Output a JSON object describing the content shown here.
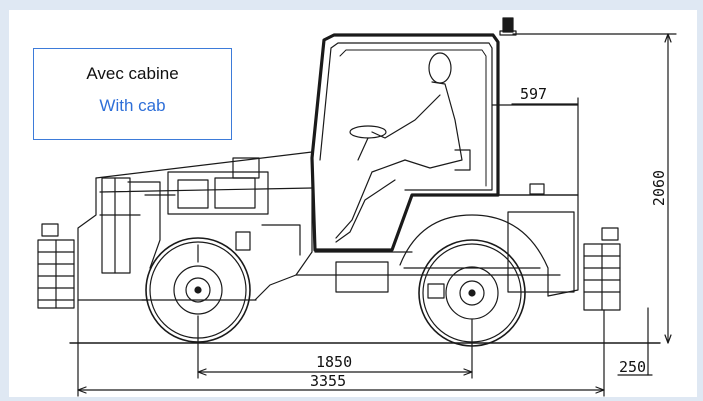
{
  "caption": {
    "french": "Avec cabine",
    "english": "With cab"
  },
  "dimensions": {
    "cab_offset": "597",
    "overall_height": "2060",
    "wheelbase": "1850",
    "ground_clearance": "250",
    "overall_length": "3355"
  },
  "colors": {
    "frame": "#dfe8f3",
    "caption_border": "#3d7bd9",
    "caption_english": "#2e6fd8",
    "line": "#1a1a1a"
  }
}
